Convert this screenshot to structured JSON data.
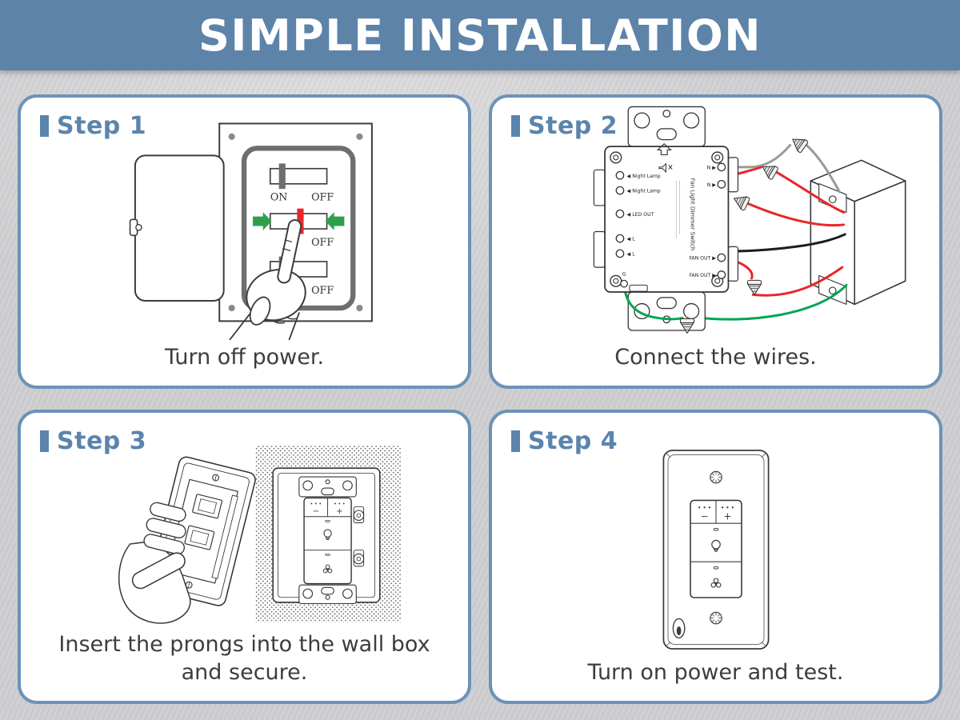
{
  "header": {
    "title": "SIMPLE INSTALLATION"
  },
  "steps": [
    {
      "label": "Step 1",
      "caption": "Turn off power."
    },
    {
      "label": "Step 2",
      "caption": "Connect the wires."
    },
    {
      "label": "Step 3",
      "caption": "Insert the prongs into the wall box and secure."
    },
    {
      "label": "Step 4",
      "caption": "Turn on power and test."
    }
  ],
  "illustrations": {
    "breaker": {
      "row1_on": "ON",
      "row1_off": "OFF",
      "row2_off": "OFF",
      "row3_off": "OFF"
    },
    "wiring": {
      "device_vertical_label": "Fan Light Dimmer Switch",
      "left_terminals": [
        "◀ Night Lamp",
        "◀ Night Lamp",
        "◀ LED OUT",
        "◀ L",
        "◀ L"
      ],
      "right_terminals": [
        "N ▶",
        "N ▶",
        "FAN OUT ▶",
        "FAN OUT ▶"
      ],
      "ground_label": "G"
    },
    "keypad": {
      "fan_minus": "−",
      "fan_plus": "+"
    }
  },
  "colors": {
    "header_bg": "#5d83a9",
    "accent_blue": "#5b84ad",
    "panel_border": "#6c92b8",
    "wire_red": "#e8262b",
    "wire_green": "#00a651",
    "wire_gray": "#9a9a9a",
    "wire_black": "#1c1c1c",
    "toggle_red": "#e8262b",
    "arrow_green": "#2ea04c",
    "caption_ink": "#3d3d3d"
  }
}
